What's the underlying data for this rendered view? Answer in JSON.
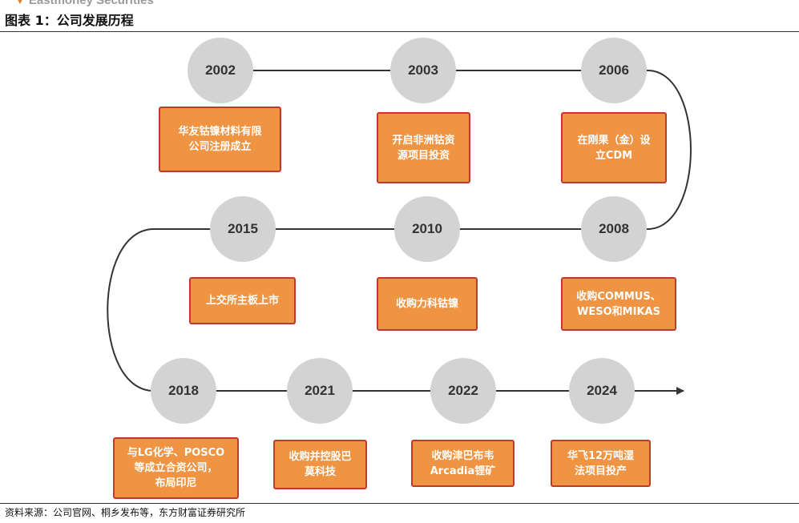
{
  "header": {
    "brand": "Eastmoney Securities",
    "figure_title": "图表 1：公司发展历程"
  },
  "footer": {
    "source": "资料来源：公司官网、桐乡发布等，东方财富证券研究所"
  },
  "timeline": [
    {
      "year": "2002",
      "event": "华友钴镍材料有限\n公司注册成立"
    },
    {
      "year": "2003",
      "event": "开启非洲钴资\n源项目投资"
    },
    {
      "year": "2006",
      "event": "在刚果（金）设\n立CDM"
    },
    {
      "year": "2008",
      "event": "收购COMMUS、\nWESO和MIKAS"
    },
    {
      "year": "2010",
      "event": "收购力科钴镍"
    },
    {
      "year": "2015",
      "event": "上交所主板上市"
    },
    {
      "year": "2018",
      "event": "与LG化学、POSCO\n等成立合资公司，\n布局印尼"
    },
    {
      "year": "2021",
      "event": "收购并控股巴\n莫科技"
    },
    {
      "year": "2022",
      "event": "收购津巴布韦\nArcadia锂矿"
    },
    {
      "year": "2024",
      "event": "华飞12万吨湿\n法项目投产"
    }
  ],
  "colors": {
    "circle": "#d3d3d3",
    "box_fill": "#ef9443",
    "box_border": "#c0392b",
    "line": "#333333"
  }
}
